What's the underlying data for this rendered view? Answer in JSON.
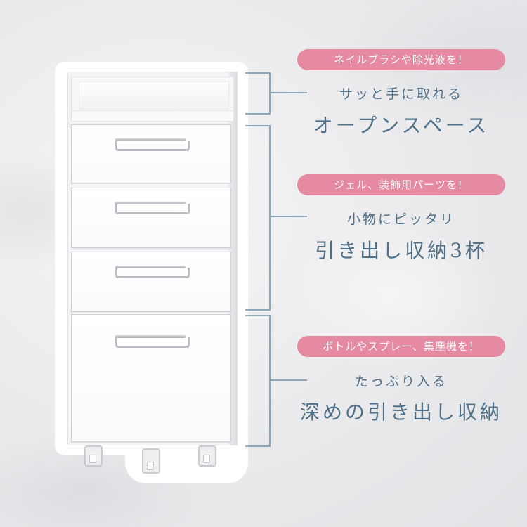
{
  "callouts": [
    {
      "badge": "ネイルブラシや除光液を！",
      "subtitle": "サッと手に取れる",
      "title": "オープンスペース"
    },
    {
      "badge": "ジェル、装飾用パーツを！",
      "subtitle": "小物にピッタリ",
      "title": "引き出し収納3杯"
    },
    {
      "badge": "ボトルやスプレー、集塵機を！",
      "subtitle": "たっぷり入る",
      "title": "深めの引き出し収納"
    }
  ],
  "colors": {
    "badge": "#e58aa0",
    "caption": "#4f6f86",
    "bracket": "#8fa6b8"
  },
  "icons": [
    "cabinet-illustration",
    "drawer-handle-icon",
    "caster-wheel-icon"
  ]
}
